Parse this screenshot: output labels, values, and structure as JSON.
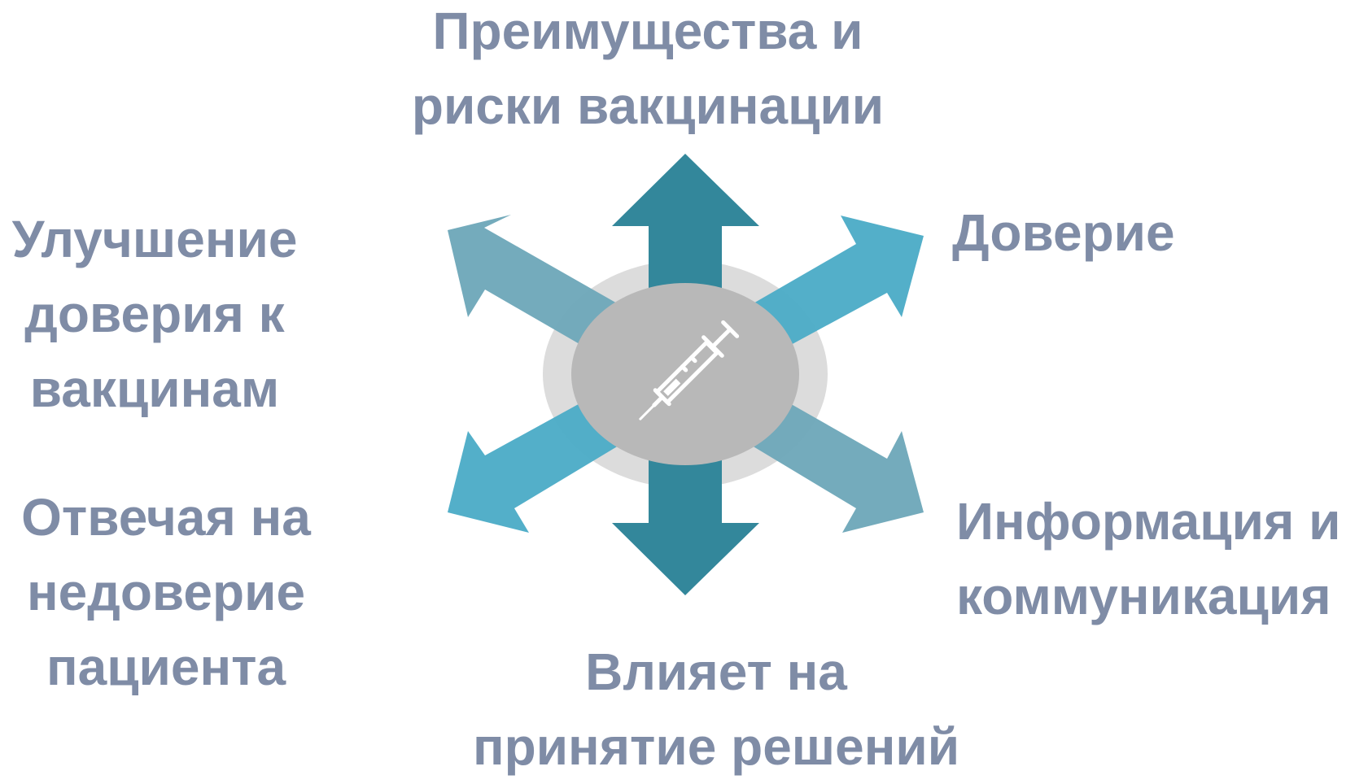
{
  "diagram": {
    "center_icon": "syringe-icon",
    "colors": {
      "label_text": "#7f8ca6",
      "arrow_dark_teal": "#33879b",
      "arrow_light_blue": "#4aabc6",
      "arrow_muted_teal": "#6da6b8",
      "center_ring": "#dcdcdc",
      "center_disk": "#b8b8b8",
      "icon": "#ffffff"
    },
    "labels": {
      "top": {
        "line1": "Преимущества и",
        "line2": "риски вакцинации"
      },
      "upper_right": {
        "line1": "Доверие"
      },
      "lower_right": {
        "line1": "Информация и",
        "line2": "коммуникация"
      },
      "bottom": {
        "line1": "Влияет на",
        "line2": "принятие решений"
      },
      "lower_left": {
        "line1": "Отвечая на",
        "line2": "недоверие",
        "line3": "пациента"
      },
      "upper_left": {
        "line1": "Улучшение",
        "line2": "доверия к",
        "line3": "вакцинам"
      }
    }
  }
}
